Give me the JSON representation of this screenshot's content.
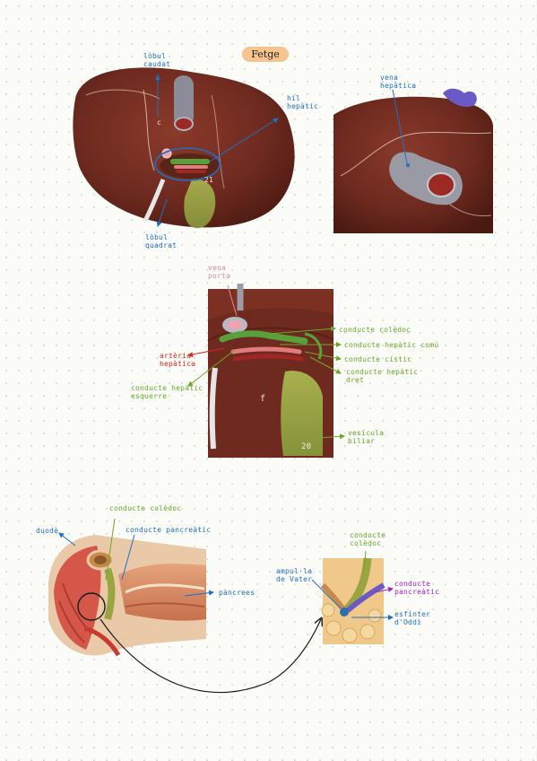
{
  "title": "Fetge",
  "section1": {
    "lobul_caudat": "lòbul\ncaudat",
    "hil_hepatic": "hil\nhepàtic",
    "lobul_quadrat": "lòbul\nquadrat",
    "vena_hepatica": "vena\nhepàtica",
    "marker_c": "c",
    "marker_21": "21"
  },
  "section2": {
    "vena_porta": "vena\nporta",
    "arteria_hepatica": "artèria\nhepàtica",
    "conducte_hepatic_esquerre": "conducte hepàtic\nesquerre",
    "conducte_coledoc": "conducte colèdoc",
    "conducte_hepatic_comu": "conducte hepàtic comú",
    "conducte_cistic": "conducte cístic",
    "conducte_hepatic_dret": "conducte hepàtic\ndret",
    "vesicula_biliar": "vesícula\nbiliar",
    "marker_f": "f",
    "marker_20": "20"
  },
  "section3": {
    "conducte_coledoc": "conducte colèdoc",
    "conducte_pancreatic": "conducte pancreàtic",
    "duode": "duodè",
    "pancrees": "pàncrees",
    "ampulla_vater": "ampul·la\nde Vater",
    "conducte_coledoc_zoom": "conducte\ncolèdoc",
    "conducte_pancreatic_zoom": "conducte\npancreàtic",
    "esfinter_oddi": "esfínter\nd'Oddi"
  },
  "colors": {
    "liver": "#6e2a1f",
    "gallbladder": "#9aa542",
    "label_blue": "#1f6fc4",
    "label_green": "#6aa82c",
    "label_red": "#d9261c",
    "label_purple": "#a126c9",
    "title_pill": "#f6c48e"
  }
}
